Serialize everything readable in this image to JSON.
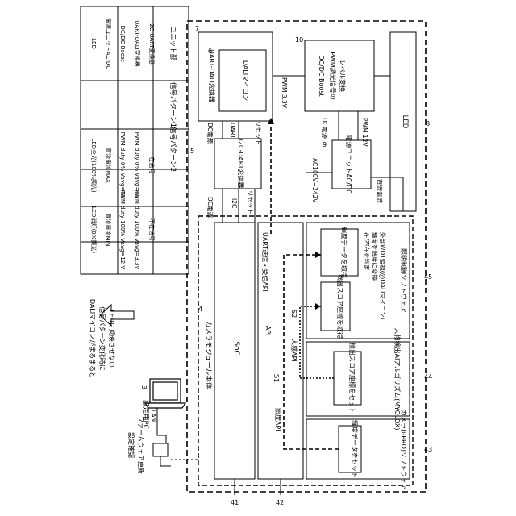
{
  "table": {
    "headers": [
      "ユニット部",
      "信号パターン1",
      "信号パターン2"
    ],
    "rows": [
      [
        "I2C-UART変換器",
        "在信号",
        "不在信号"
      ],
      [
        "UART-DALI変換器",
        "PWM duty 0% Vavg=0V",
        "PWM duty 100% Vavg=3.3V"
      ],
      [
        "DC/DC Boost",
        "PWM duty 0% Vavg=0V",
        "PWM duty 100% Vavg=12 V"
      ],
      [
        "電源ユニットAC/DC",
        "直流電流MAX",
        "直流電流MIN"
      ],
      [
        "LED",
        "LED全光(100%調光)",
        "LED消灯(0%調光)"
      ]
    ]
  },
  "note": {
    "lines": [
      "DALIマイコンがまるまると",
      "信号パターン変化時に",
      "LEDに反映させない"
    ]
  },
  "pc": {
    "label": "設定用PC",
    "ref": "3"
  },
  "lan": {
    "label": "LAN",
    "note_lines": [
      "設定確認",
      "ファームウェア更新"
    ]
  },
  "camera": {
    "label": "カメラモジュール本体",
    "ref": "4"
  },
  "soc": {
    "label": "SoC",
    "ref": "41"
  },
  "api_block": {
    "ref": "42",
    "labels": [
      "API",
      "照度API",
      "UART送信・受信API",
      "人感API"
    ],
    "s1": "S1",
    "s2": "S2"
  },
  "software": [
    {
      "ref": "43",
      "title": "カメラ(i-PRO)ソフトウェア",
      "box": "輝度データをセット"
    },
    {
      "ref": "44",
      "title": "人物検出AIアルゴリズム(MYOLOX)",
      "box": "検出スコア座標をセット"
    },
    {
      "ref": "45",
      "title": "照明制御ソフトウェア",
      "box1": "輝度データを取得",
      "box2": "検出スコア座標を取得",
      "note_lines": [
        "在/不在を判定",
        "輝度を階度に変換",
        "外部WDT監視(@DALIマイコン)"
      ]
    }
  ],
  "i2c_uart": {
    "label": "I2C-UART変換器",
    "ref": "5"
  },
  "uart_dali": {
    "label": "UART-DALI変換器",
    "ref": "6"
  },
  "dali": {
    "label": "DALIマイコン"
  },
  "dcdc": {
    "title": "DC/DC Boost",
    "line2": "PWM調光信号の",
    "line3": "レベル変換",
    "ref": "10"
  },
  "psu": {
    "label": "電源ユニットAC/DC",
    "ref": "9"
  },
  "led": {
    "label": "LED",
    "ref": "8"
  },
  "ref_7": "7",
  "signals": {
    "dc_power": "DC電源",
    "i2c": "I2C",
    "reset": "リセット",
    "uart": "UART",
    "pwm_33": "PWM 3.3V",
    "pwm_12": "PWM 12V",
    "ac": "AC100V~242V",
    "dc_current": "直流電流"
  }
}
